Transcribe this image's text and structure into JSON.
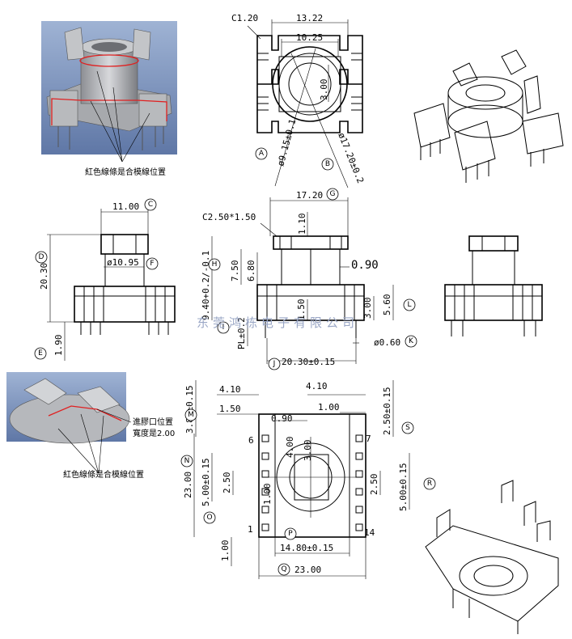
{
  "photo_caption_top": "紅色線條是合模線位置",
  "photo_caption_bottom": "紅色線條是合模線位置",
  "gate_note_line1": "進膠口位置",
  "gate_note_line2": "寬度是2.00",
  "watermark": "东莞鸿栋电子有限公司",
  "top_view": {
    "chamfer": "C1.20",
    "w_13_22": "13.22",
    "w_10_25": "10.25",
    "d_3_00": "3.00",
    "dia_9_15": "ø9.15±0.1",
    "dia_17_20": "ø17.20±0.2",
    "tag_A": "A",
    "tag_B": "B"
  },
  "front_view": {
    "w_11_00": "11.00",
    "tag_C": "C",
    "h_20_30": "20.30",
    "tag_D": "D",
    "dia_10_95": "ø10.95",
    "tag_F": "F",
    "h_1_90": "1.90",
    "tag_E": "E"
  },
  "side_view": {
    "w_17_20": "17.20",
    "tag_G": "G",
    "chamfer": "C2.50*1.50",
    "h_1_10": "1.10",
    "h_9_40": "9.40+0.2/-0.1",
    "tag_H": "H",
    "h_7_50": "7.50",
    "h_6_80": "6.80",
    "t_0_90": "0.90",
    "h_3_00": "3.00",
    "h_5_60": "5.60",
    "tag_L": "L",
    "h_1_50": "1.50",
    "pl": "PL±0.2",
    "tag_I": "I",
    "w_20_30": "20.30±0.15",
    "tag_J": "J",
    "pin_dia": "ø0.60",
    "tag_K": "K"
  },
  "bottom_view": {
    "w_4_10_l": "4.10",
    "w_4_10_r": "4.10",
    "w_1_50": "1.50",
    "w_1_00_top": "1.00",
    "w_0_90": "0.90",
    "h_3_80": "3.80±0.15",
    "tag_M": "M",
    "h_2_50_r": "2.50±0.15",
    "tag_S": "S",
    "pin_6": "6",
    "pin_7": "7",
    "pin_1": "1",
    "pin_14": "14",
    "h_4_00": "4.00",
    "h_3_00": "3.00",
    "h_23_00": "23.00",
    "h_5_00_l": "5.00±0.15",
    "tag_N": "N",
    "h_2_50_l": "2.50",
    "h_1_00_mid": "1.00",
    "h_2_50_mr": "2.50",
    "h_5_00_r": "5.00±0.15",
    "tag_R": "R",
    "tag_O": "O",
    "h_1_00_bl": "1.00",
    "tag_P": "P",
    "w_14_80": "14.80±0.15",
    "w_23_00": "23.00",
    "tag_Q": "Q"
  }
}
